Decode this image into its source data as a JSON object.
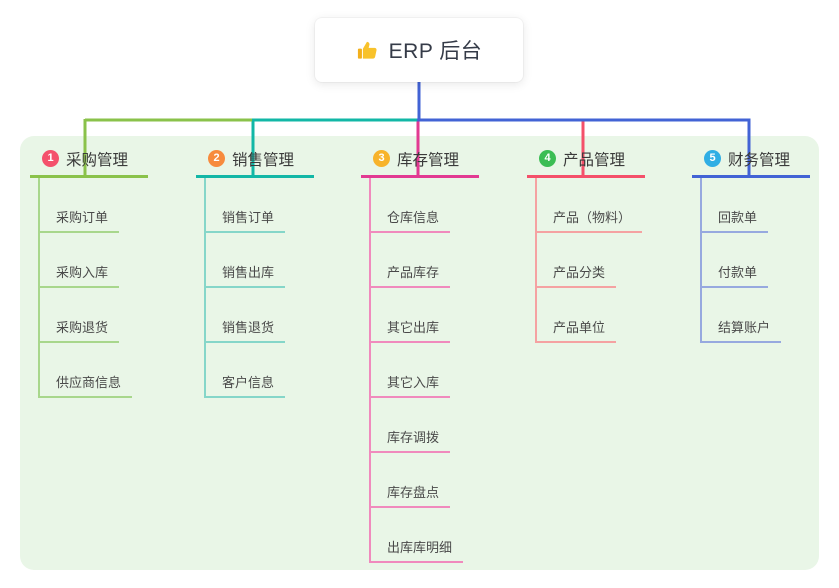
{
  "root": {
    "title": "ERP 后台",
    "icon": "thumbs-up-icon",
    "icon_color": "#f8c22b"
  },
  "canvas": {
    "background": "#ffffff",
    "panel_background": "#e9f6e7"
  },
  "branches": [
    {
      "badge": "1",
      "badge_color": "#f4516c",
      "title": "采购管理",
      "color": "#8ac24a",
      "light_color": "#a8d78c",
      "children": [
        "采购订单",
        "采购入库",
        "采购退货",
        "供应商信息"
      ]
    },
    {
      "badge": "2",
      "badge_color": "#f78b3d",
      "title": "销售管理",
      "color": "#12b7a6",
      "light_color": "#85d6c9",
      "children": [
        "销售订单",
        "销售出库",
        "销售退货",
        "客户信息"
      ]
    },
    {
      "badge": "3",
      "badge_color": "#f7b32b",
      "title": "库存管理",
      "color": "#e23a92",
      "light_color": "#f08abd",
      "children": [
        "仓库信息",
        "产品库存",
        "其它出库",
        "其它入库",
        "库存调拨",
        "库存盘点",
        "出库库明细"
      ]
    },
    {
      "badge": "4",
      "badge_color": "#3bbd54",
      "title": "产品管理",
      "color": "#f4506a",
      "light_color": "#f5a2a2",
      "children": [
        "产品（物料）",
        "产品分类",
        "产品单位"
      ]
    },
    {
      "badge": "5",
      "badge_color": "#30aee4",
      "title": "财务管理",
      "color": "#4263d5",
      "light_color": "#97a9df",
      "children": [
        "回款单",
        "付款单",
        "结算账户"
      ]
    }
  ]
}
